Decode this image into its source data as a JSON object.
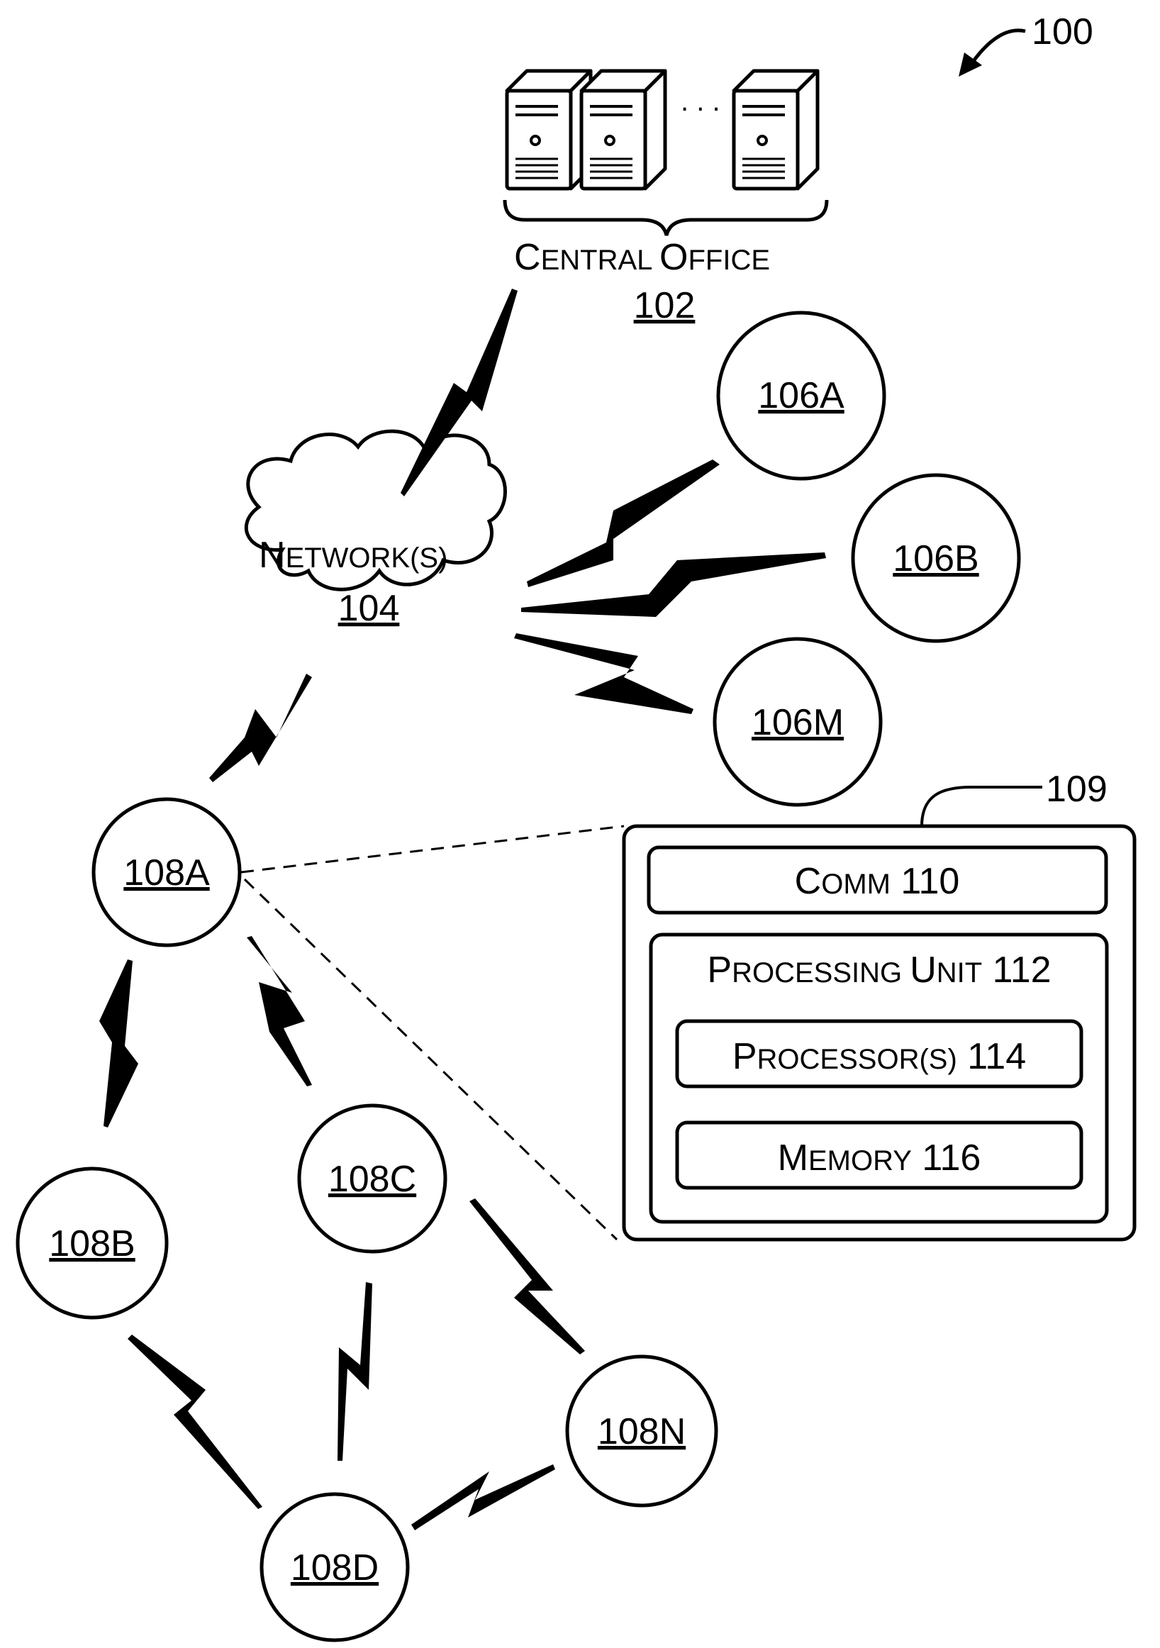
{
  "figure": {
    "ref_number": "100",
    "box_ref_number": "109"
  },
  "central_office": {
    "name_big_1": "C",
    "name_small_1": "ENTRAL ",
    "name_big_2": "O",
    "name_small_2": "FFICE",
    "ref": "102",
    "ellipsis": ". . ."
  },
  "network": {
    "name_big": "N",
    "name_small": "ETWORK(S)",
    "ref": "104"
  },
  "devices_106": [
    "106A",
    "106B",
    "106M"
  ],
  "nodes_108": [
    "108A",
    "108B",
    "108C",
    "108D",
    "108N"
  ],
  "device_box": {
    "comm": {
      "big": "C",
      "small": "OMM",
      "num": " 110"
    },
    "processing_unit": {
      "big1": "P",
      "small1": "ROCESSING ",
      "big2": "U",
      "small2": "NIT",
      "num": " 112"
    },
    "processors": {
      "big": "P",
      "small": "ROCESSOR(S)",
      "num": " 114"
    },
    "memory": {
      "big": "M",
      "small": "EMORY",
      "num": " 116"
    }
  },
  "colors": {
    "line": "#000000",
    "background": "#ffffff"
  }
}
